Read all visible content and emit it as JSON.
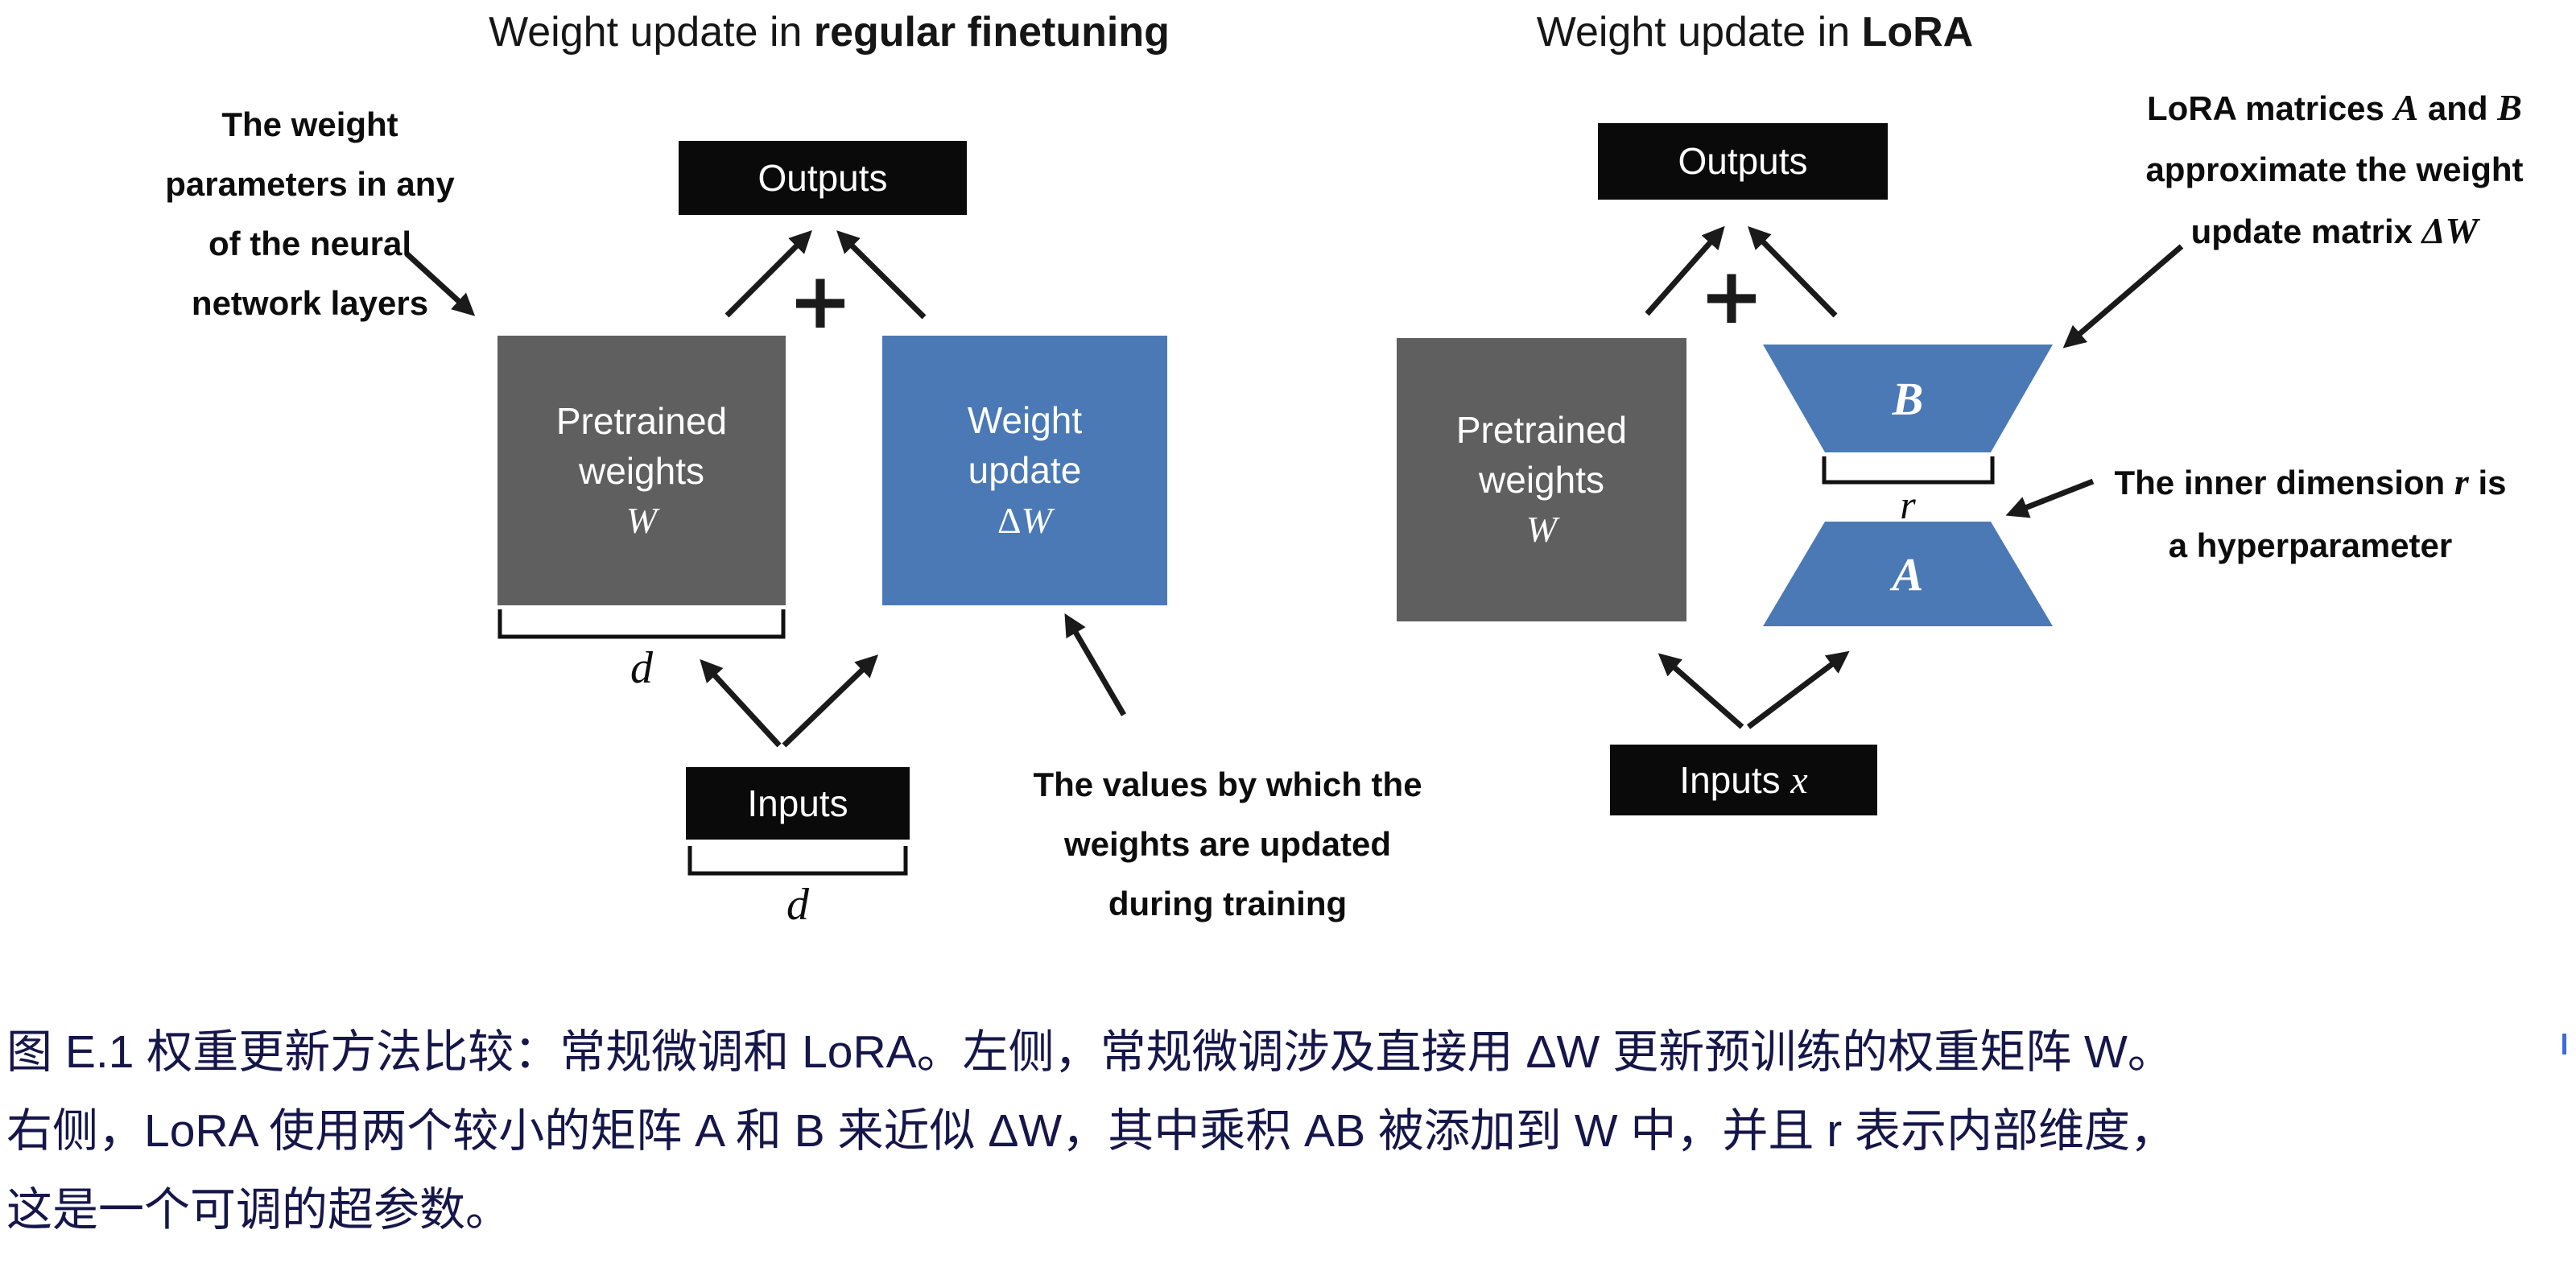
{
  "colors": {
    "pretrained_gray": "#5f5f5f",
    "lora_blue": "#4a79b5",
    "io_black": "#0a0a0a",
    "caption_navy": "#16164a"
  },
  "left": {
    "title_prefix": "Weight update in ",
    "title_bold": "regular finetuning",
    "weight_params_note": [
      "The weight",
      "parameters in any",
      "of the neural",
      "network layers"
    ],
    "outputs_label": "Outputs",
    "plus": "+",
    "pretrained_line1": "Pretrained",
    "pretrained_line2": "weights",
    "pretrained_math": "W",
    "update_line1": "Weight",
    "update_line2": "update",
    "update_delta": "Δ",
    "update_math": "W",
    "d_weights": "d",
    "inputs_label": "Inputs",
    "d_inputs": "d",
    "values_note": [
      "The values by which the",
      "weights are updated",
      "during training"
    ]
  },
  "right": {
    "title_prefix": "Weight update in ",
    "title_bold": "LoRA",
    "outputs_label": "Outputs",
    "plus": "+",
    "pretrained_line1": "Pretrained",
    "pretrained_line2": "weights",
    "pretrained_math": "W",
    "matrix_b": "B",
    "rank_label": "r",
    "matrix_a": "A",
    "inputs_prefix": "Inputs ",
    "inputs_math": "x",
    "lora_note": {
      "p1": "LoRA matrices ",
      "m1": "A",
      "p2": " and ",
      "m2": "B",
      "line2": "approximate the weight",
      "p3": "update matrix ",
      "m3": "ΔW"
    },
    "rank_note": {
      "p1": "The inner dimension ",
      "m1": "r",
      "p2": " is",
      "line2": "a hyperparameter"
    }
  },
  "caption": {
    "lines": [
      "图 E.1 权重更新方法比较：常规微调和 LoRA。左侧，常规微调涉及直接用 ΔW 更新预训练的权重矩阵 W。",
      "右侧，LoRA 使用两个较小的矩阵 A 和 B 来近似 ΔW，其中乘积 AB 被添加到 W 中，并且 r 表示内部维度，",
      "这是一个可调的超参数。"
    ]
  }
}
